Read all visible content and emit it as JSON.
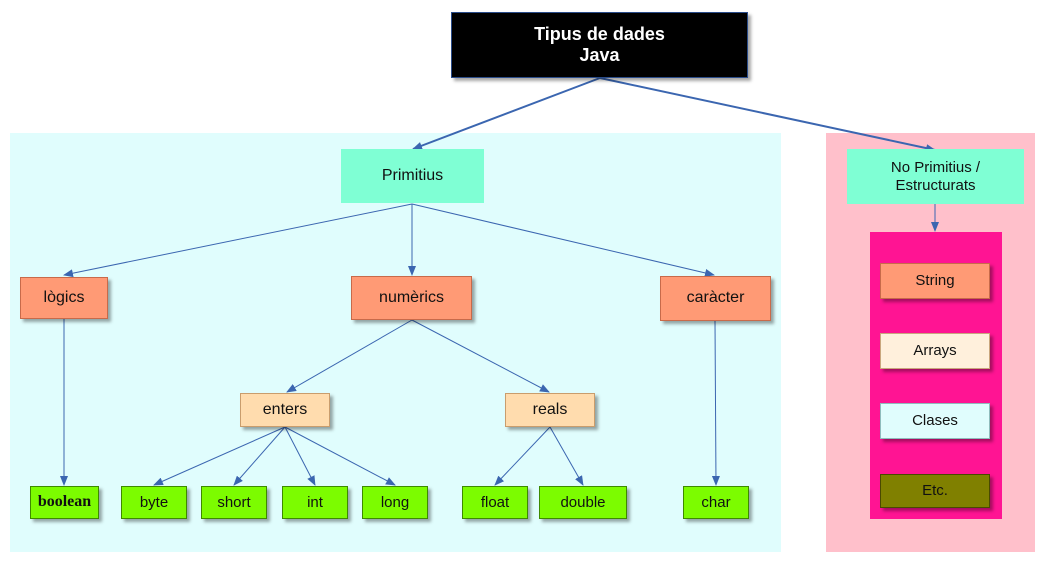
{
  "colors": {
    "arrow": "#3b66b0",
    "primitive_region": "#e0fdfd",
    "nonprimitive_region": "#ffc0cb",
    "structured_region": "#ff1493"
  },
  "nodes": {
    "root": "Tipus de dades\nJava",
    "primitius": "Primitius",
    "no_primitius": "No Primitius /\nEstructurats",
    "logics": "lògics",
    "numerics": "numèrics",
    "caracter": "caràcter",
    "enters": "enters",
    "reals": "reals",
    "boolean": "boolean",
    "byte": "byte",
    "short": "short",
    "int": "int",
    "long": "long",
    "float": "float",
    "double": "double",
    "char": "char",
    "string": "String",
    "arrays": "Arrays",
    "clases": "Clases",
    "etc": "Etc."
  }
}
